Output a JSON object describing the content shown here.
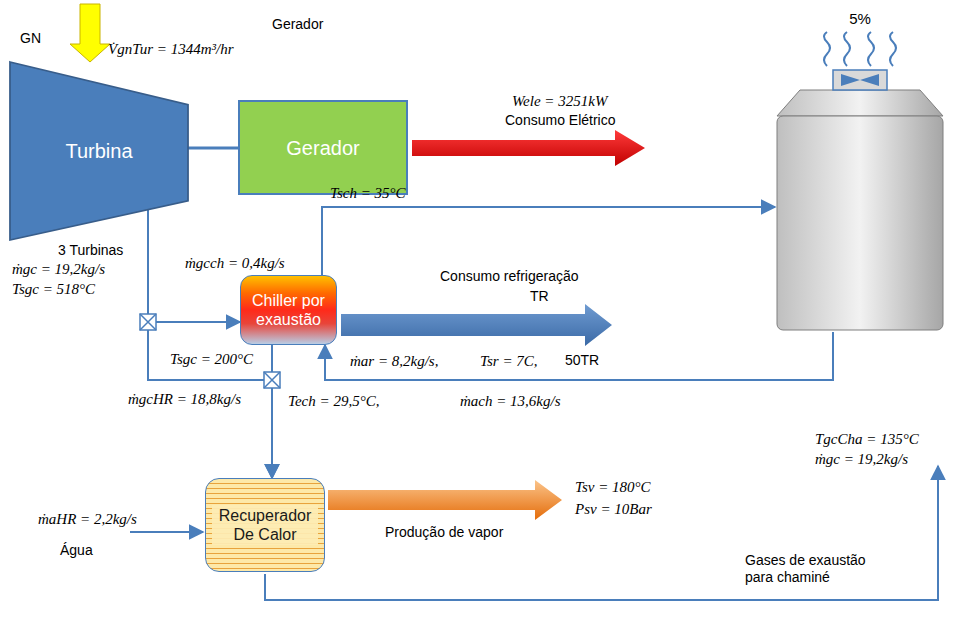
{
  "diagram": {
    "nodes": [
      {
        "text": [
          "Turbina"
        ]
      },
      {
        "text": [
          "Gerador"
        ]
      },
      {
        "text": [
          "5%"
        ]
      },
      {
        "text": [
          "Chiller por exaustão"
        ]
      },
      {
        "text": [
          "Recuperador De Calor"
        ]
      }
    ],
    "edges": [
      {
        "from": 0,
        "to": 1,
        "arrow": "none"
      },
      {
        "from": 0,
        "to": 3,
        "arrow": "to"
      },
      {
        "from": 3,
        "to": 2,
        "arrow": "to"
      },
      {
        "from": 2,
        "to": 3,
        "arrow": "to"
      },
      {
        "from": 0,
        "to": 4,
        "arrow": "to"
      },
      {
        "from": 3,
        "to": 4,
        "arrow": "to"
      }
    ],
    "labels": [
      "GN",
      "V̇gnTur = 1344m³/hr",
      "Gerador",
      "Wele = 3251kW",
      "Consumo Elétrico",
      "3 Turbinas",
      "ṁgc = 19,2kg/s",
      "Tsgc = 518°C",
      "Tsch = 35°C",
      "ṁgcch = 0,4kg/s",
      "Consumo refrigeração",
      "TR",
      "ṁar = 8,2kg/s,",
      "Tsr = 7C,",
      "50TR",
      "Tsgc = 200°C",
      "ṁgcHR = 18,8kg/s",
      "Tech = 29,5°C,",
      "ṁach = 13,6kg/s",
      "TgcCha = 135°C",
      "ṁgc = 19,2kg/s",
      "Tsv = 180°C",
      "Psv = 10Bar",
      "Produção de vapor",
      "ṁaHR = 2,2kg/s",
      "Água",
      "Gases de exaustão para chaminé"
    ]
  }
}
